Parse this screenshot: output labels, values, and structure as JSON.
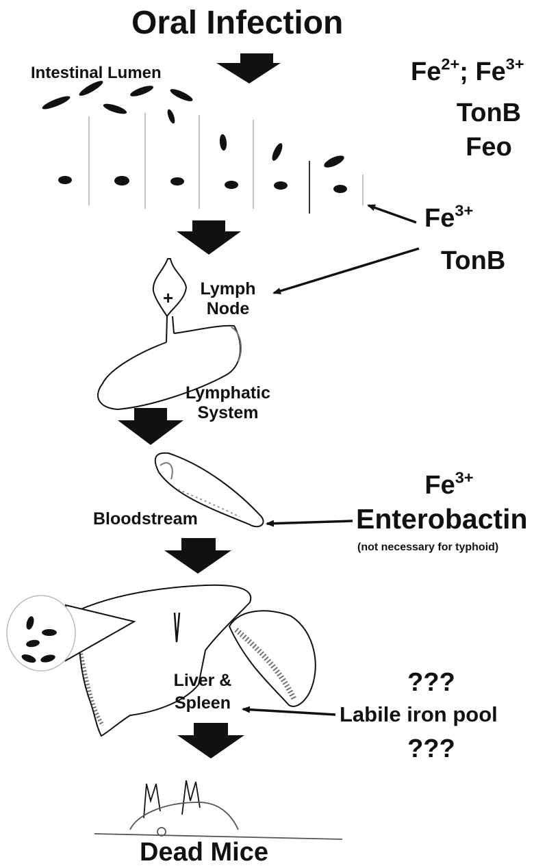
{
  "title": "Oral Infection",
  "stages": {
    "intestinal_lumen": "Intestinal Lumen",
    "lymph_node": [
      "Lymph",
      "Node"
    ],
    "lymph_node_mark": "+",
    "lymphatic_system": [
      "Lymphatic",
      "System"
    ],
    "bloodstream": "Bloodstream",
    "liver_spleen": [
      "Liver &",
      "Spleen"
    ],
    "final": "Dead Mice"
  },
  "iron_sources": {
    "lumen": {
      "fe_base": "Fe",
      "fe2_charge": "2+",
      "separator": ";",
      "fe3_charge": "3+",
      "systems": [
        "TonB",
        "Feo"
      ]
    },
    "lymph": {
      "fe_base": "Fe",
      "charge": "3+",
      "system": "TonB"
    },
    "blood": {
      "fe_base": "Fe",
      "charge": "3+",
      "system": "Enterobactin",
      "note": "(not necessary for typhoid)"
    },
    "organs": {
      "q_top": "???",
      "pool": "Labile iron pool",
      "q_bottom": "???"
    }
  },
  "colors": {
    "ink": "#111111",
    "background": "#ffffff"
  }
}
